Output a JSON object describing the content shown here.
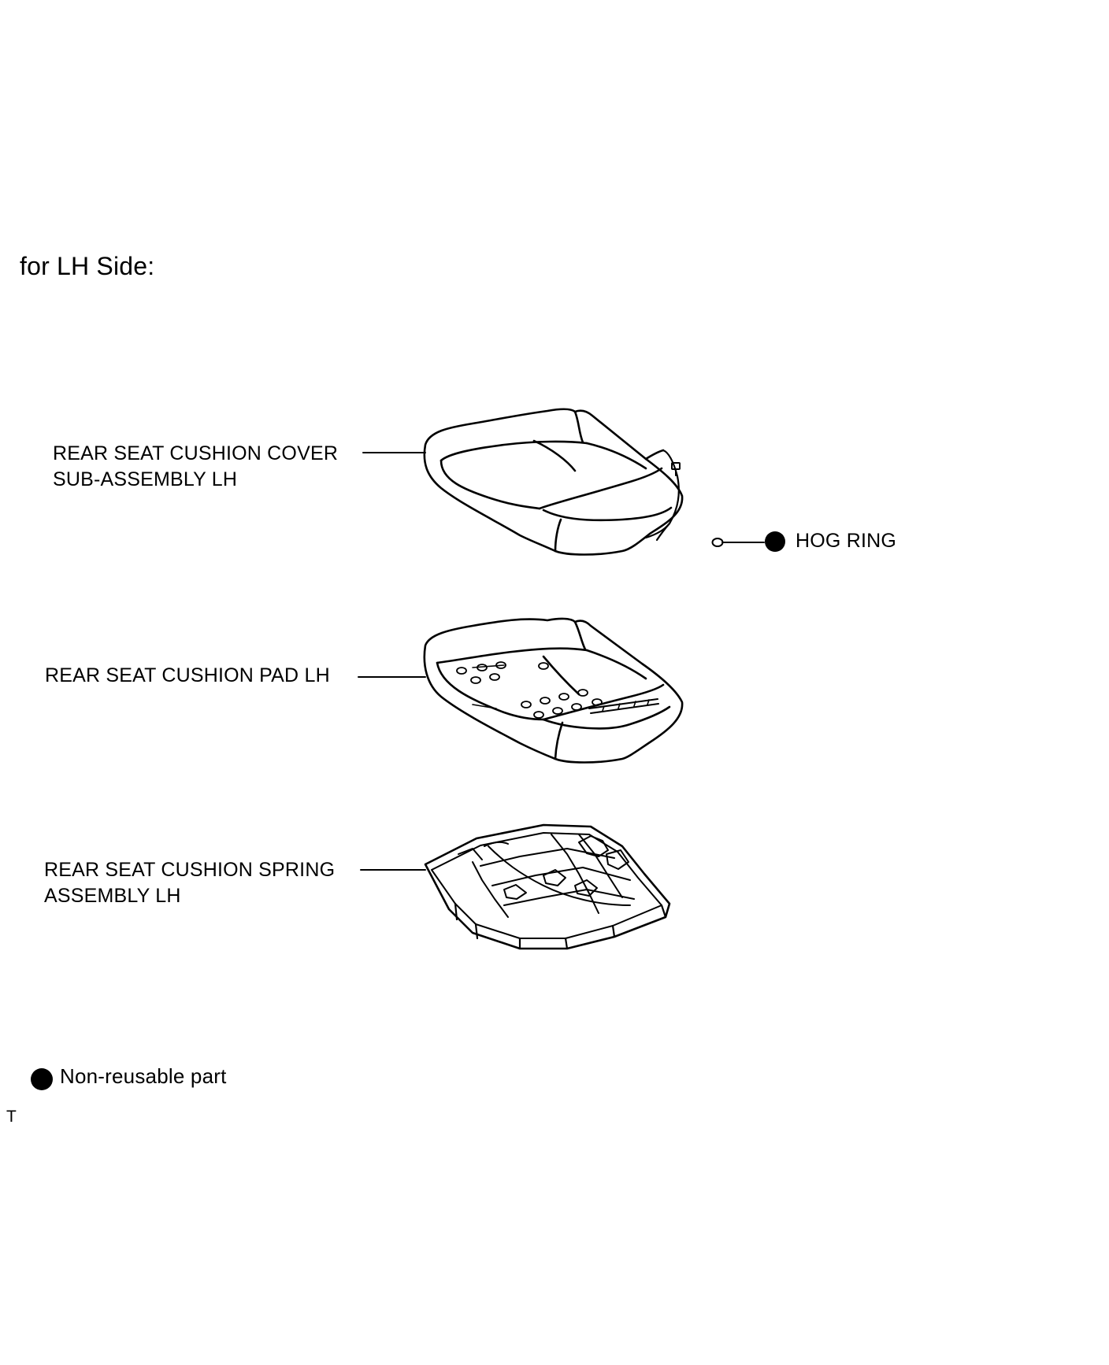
{
  "diagram": {
    "heading": "for LH Side:",
    "components": [
      {
        "id": "cover",
        "label_lines": [
          "REAR SEAT CUSHION COVER",
          "SUB-ASSEMBLY LH"
        ]
      },
      {
        "id": "pad",
        "label_lines": [
          "REAR SEAT CUSHION PAD LH"
        ]
      },
      {
        "id": "spring",
        "label_lines": [
          "REAR SEAT CUSHION SPRING",
          "ASSEMBLY LH"
        ]
      },
      {
        "id": "hog_ring",
        "label_lines": [
          "HOG RING"
        ],
        "non_reusable": true
      }
    ],
    "legend": {
      "symbol": "filled-circle-icon",
      "text": "Non-reusable part"
    },
    "footer_mark": "T"
  }
}
